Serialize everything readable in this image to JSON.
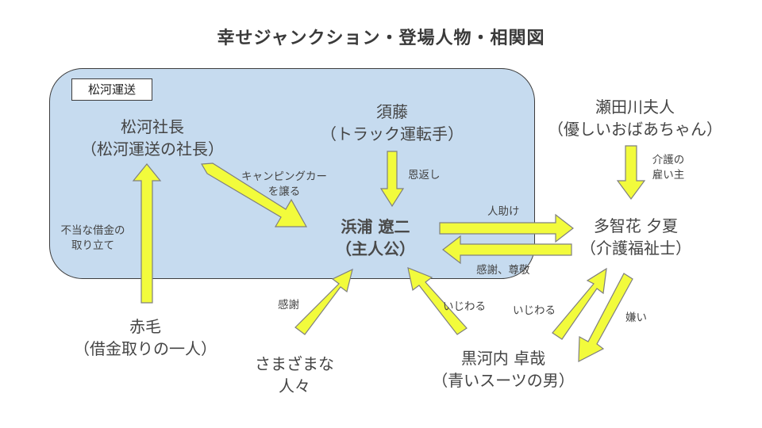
{
  "title": "幸せジャンクション・登場人物・相関図",
  "group": {
    "label": "松河運送"
  },
  "characters": {
    "matsukawa": {
      "name": "松河社長",
      "role": "（松河運送の社長）"
    },
    "sudo": {
      "name": "須藤",
      "role": "（トラック運転手）"
    },
    "setagawa": {
      "name": "瀬田川夫人",
      "role": "（優しいおばあちゃん）"
    },
    "hamaura": {
      "name": "浜浦 遼二",
      "role": "（主人公）"
    },
    "tachibana": {
      "name": "多智花 夕夏",
      "role": "（介護福祉士）"
    },
    "akage": {
      "name": "赤毛",
      "role": "（借金取りの一人）"
    },
    "people": {
      "name": "さまざまな",
      "role": "人々"
    },
    "kurokouchi": {
      "name": "黒河内 卓哉",
      "role": "（青いスーツの男）"
    }
  },
  "relations": {
    "camper_line1": "キャンピングカー",
    "camper_line2": "を譲る",
    "ongaeshi": "恩返し",
    "kaigo_line1": "介護の",
    "kaigo_line2": "雇い主",
    "hitodasuke": "人助け",
    "kansha_sonkei": "感謝、尊敬",
    "futou_line1": "不当な借金の",
    "futou_line2": "取り立て",
    "kansha": "感謝",
    "ijiwaru_1": "いじわる",
    "ijiwaru_2": "いじわる",
    "kirai": "嫌い"
  },
  "colors": {
    "arrow_fill": "#f2fb3c",
    "arrow_stroke": "#7f7f7f",
    "group_fill": "#c6dbef"
  }
}
